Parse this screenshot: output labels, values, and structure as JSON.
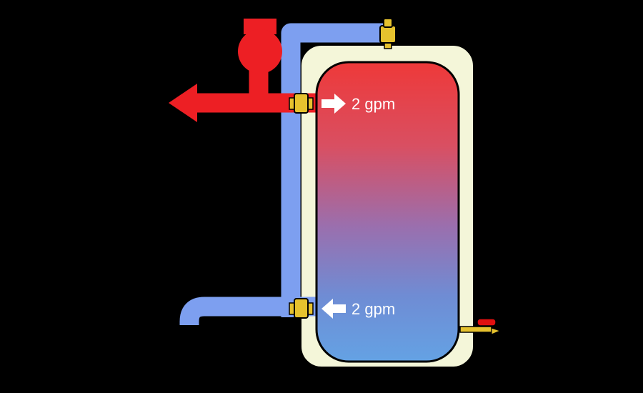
{
  "diagram": {
    "name": "buffer-tank-piping-diagram",
    "labels": {
      "upper_flow_rate": "2 gpm",
      "lower_flow_rate": "2 gpm"
    },
    "components": {
      "tank": "thermal-storage-tank",
      "air_vent": "air-vent",
      "upper_valve": "upper-tank-valve",
      "lower_valve": "lower-tank-valve",
      "drain_valve": "drain-valve",
      "pump": "circulator-pump"
    },
    "colors": {
      "background": "#000000",
      "hot_pipe": "#ed1f24",
      "cold_pipe": "#7d9ff0",
      "tank_shell": "#f4f6d9",
      "tank_top_hot": "#ee3939",
      "tank_bottom_cold": "#64a2e4",
      "brass": "#e6c22e",
      "drain_handle": "#e01010",
      "flow_arrow": "#ffffff",
      "flow_text": "#ffffff"
    }
  }
}
